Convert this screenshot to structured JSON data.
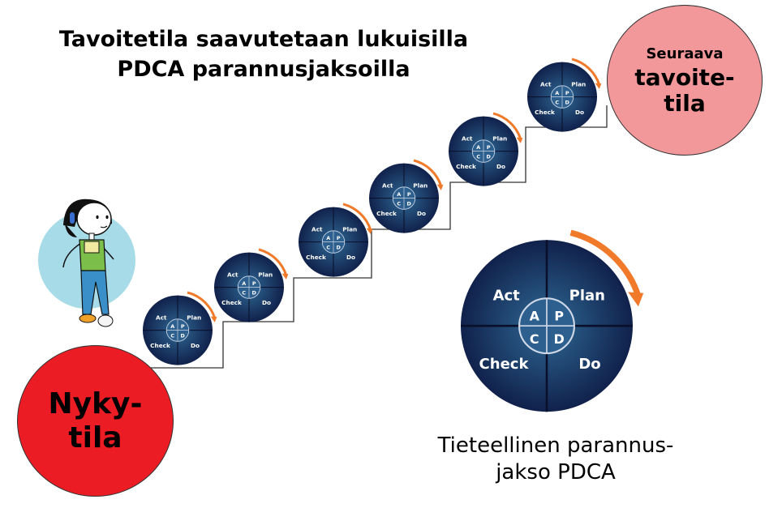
{
  "title": {
    "line1": "Tavoitetila saavutetaan lukuisilla",
    "line2": "PDCA parannusjaksoilla"
  },
  "current_state": {
    "line1": "Nyky-",
    "line2": "tila"
  },
  "next_state": {
    "line1": "Seuraava",
    "line2": "tavoite-",
    "line3": "tila"
  },
  "caption": {
    "line1": "Tieteellinen parannus-",
    "line2": "jakso PDCA"
  },
  "pdca": {
    "act": "Act",
    "plan": "Plan",
    "check": "Check",
    "do": "Do",
    "a": "A",
    "p": "P",
    "c": "C",
    "d": "D"
  },
  "colors": {
    "current_state": "#ec1c24",
    "next_state": "#f2979a",
    "figure_background": "#a8dbe8",
    "pdca_dark": "#0d1a44",
    "pdca_light": "#2f6a96",
    "arrow": "#f07a2a"
  }
}
